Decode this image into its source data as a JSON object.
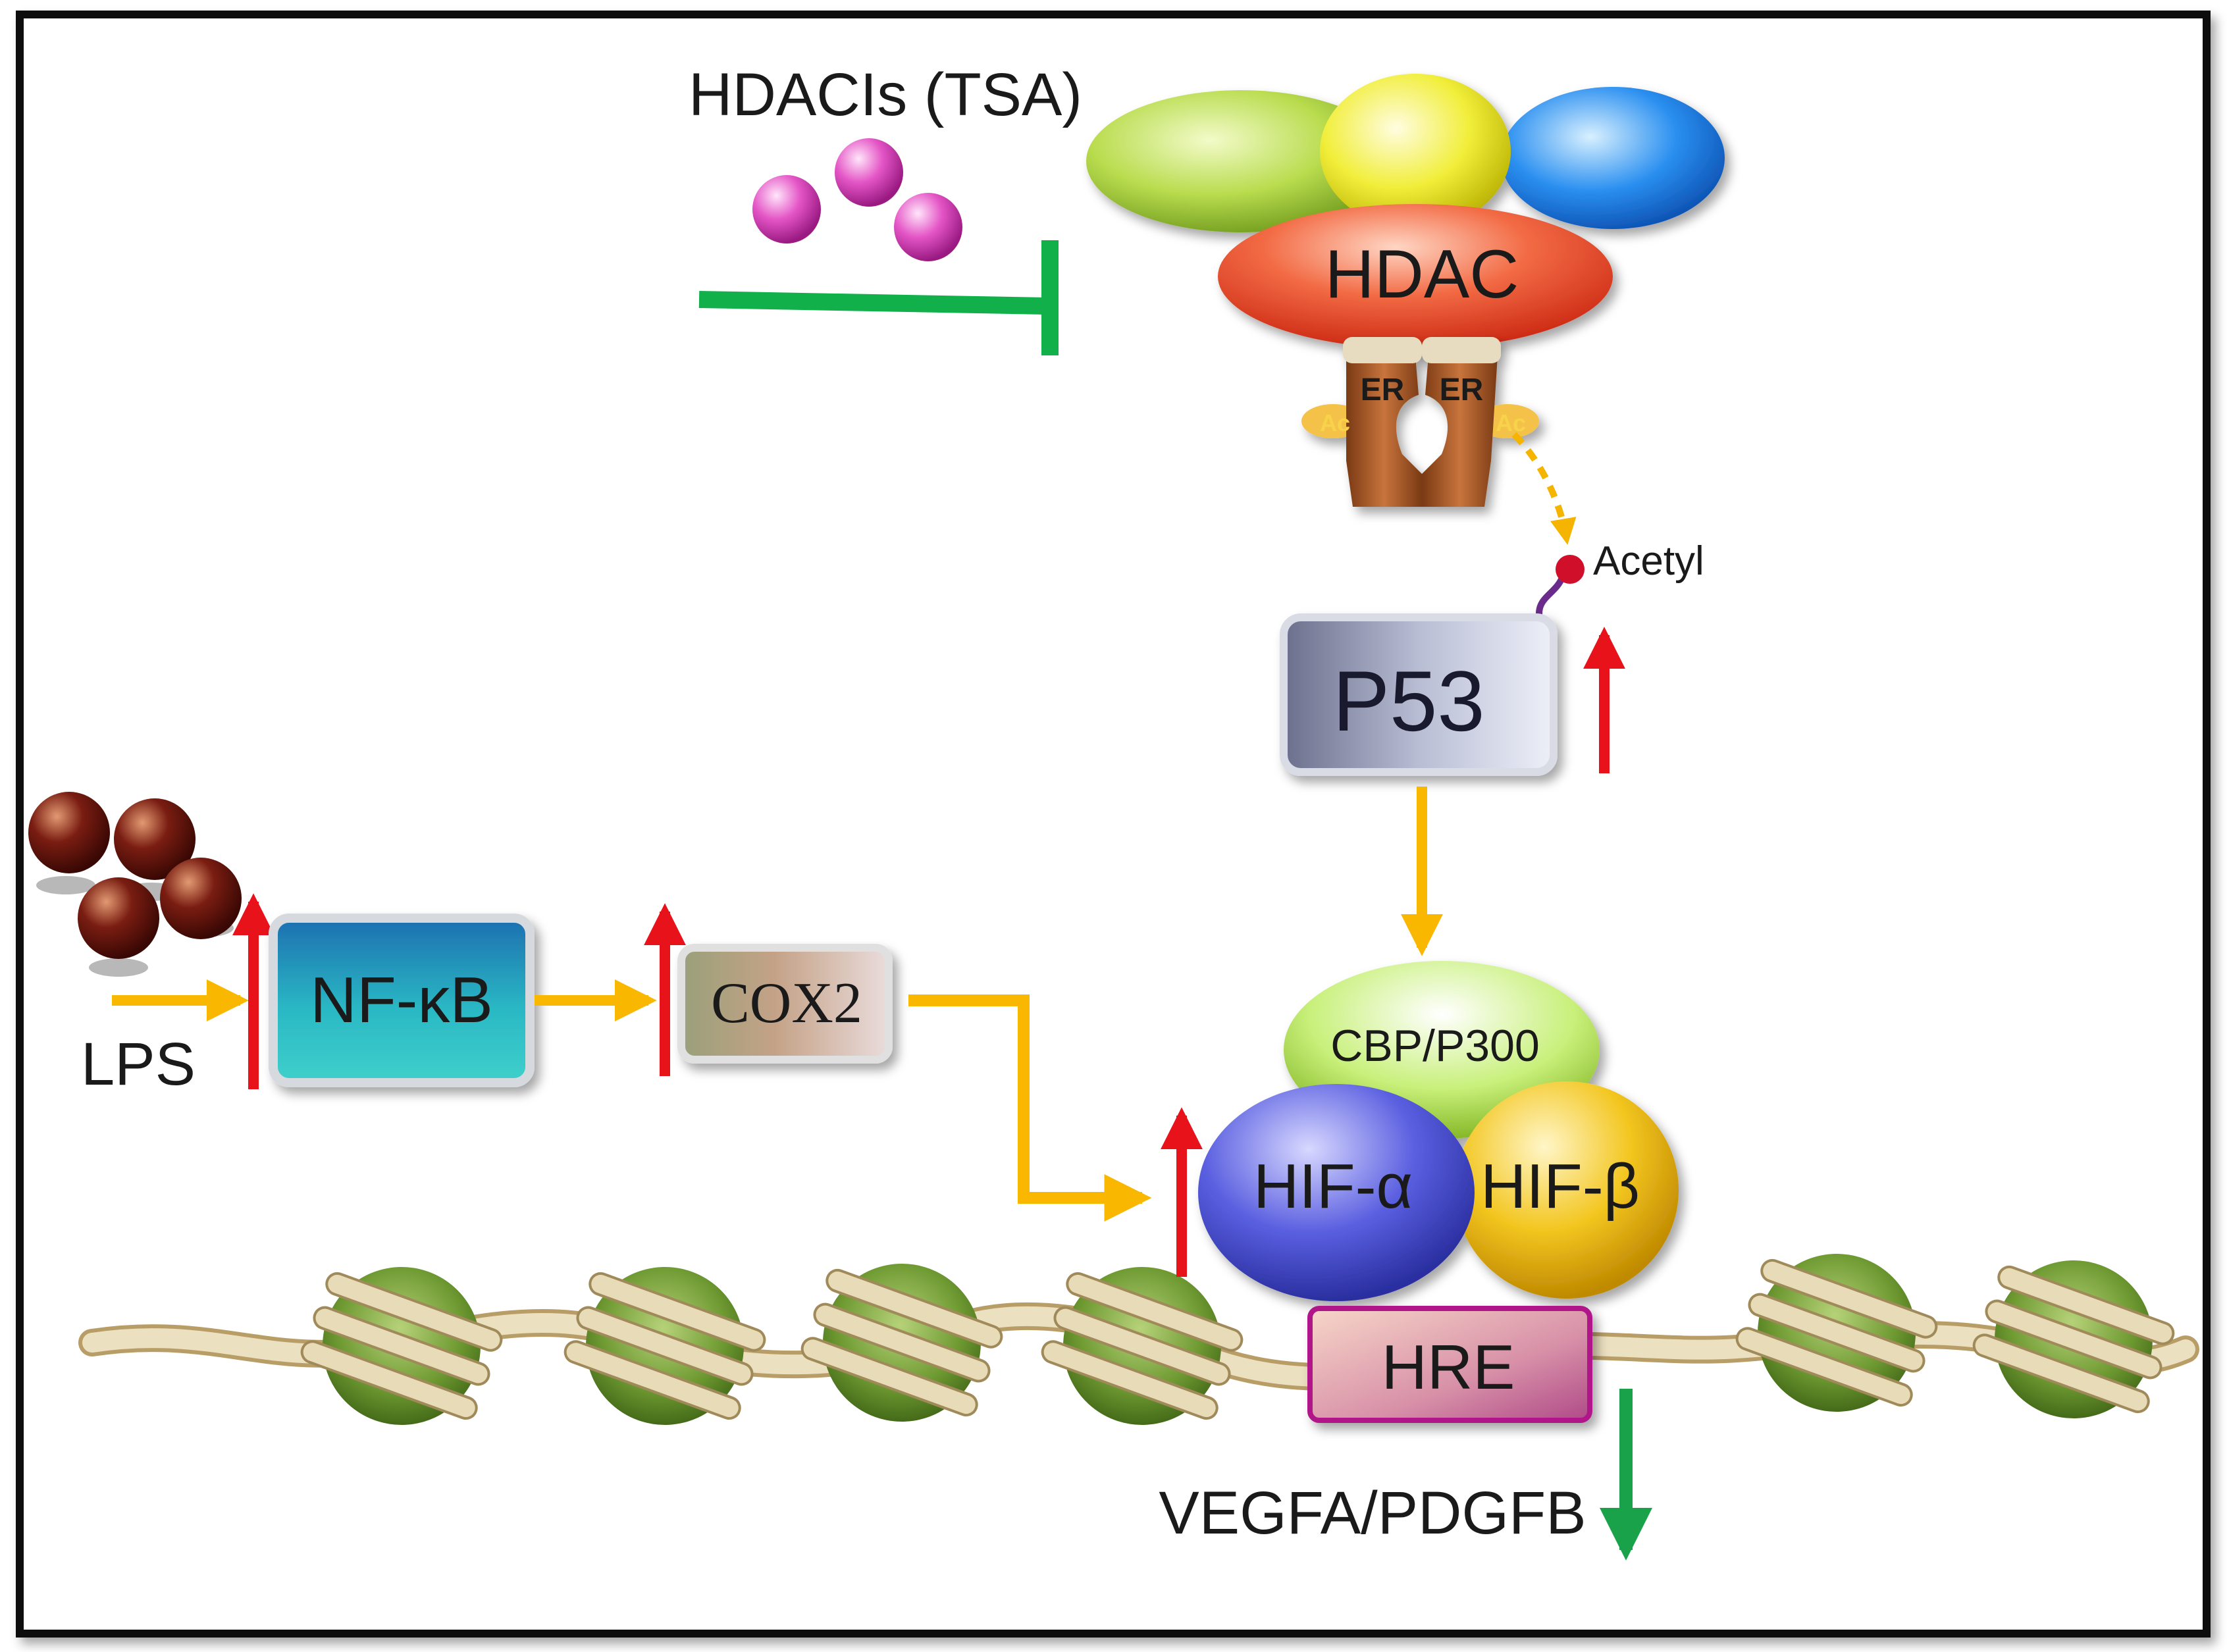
{
  "labels": {
    "hdacis": "HDACIs (TSA)",
    "hdac": "HDAC",
    "er_left": "ER",
    "er_right": "ER",
    "ac_left": "Ac",
    "ac_right": "Ac",
    "acetyl": "Acetyl",
    "p53": "P53",
    "lps": "LPS",
    "nfkb": "NF-κB",
    "cox2": "COX2",
    "cbp_p300": "CBP/P300",
    "hif_alpha": "HIF-α",
    "hif_beta": "HIF-β",
    "hre": "HRE",
    "vegfa_pdgfb": "VEGFA/PDGFB"
  },
  "colors": {
    "frame": "#111111",
    "inhibit": "#12b04a",
    "flow_arrow": "#f9b700",
    "up_arrow": "#e8121b",
    "down_arrow": "#1aa24a",
    "hdac": "#e8452a",
    "complex_green": "#b9dc4e",
    "complex_yellow": "#f1ee3a",
    "complex_blue": "#2a8ff0",
    "tsa_bead": "#e455c6",
    "lps_bead": "#7a1d12",
    "er_receptor": "#a0522d",
    "p53_box": "#9aa0b8",
    "nfkb_box": "#2ab8c4",
    "cox2_box": "#c4a287",
    "cbp": "#c8f07a",
    "hif_alpha": "#4a4fd8",
    "hif_beta": "#f3c620",
    "hre": "#cc7a98",
    "dna_strand": "#e4d8b4",
    "nucleosome": "#6f9a32"
  }
}
